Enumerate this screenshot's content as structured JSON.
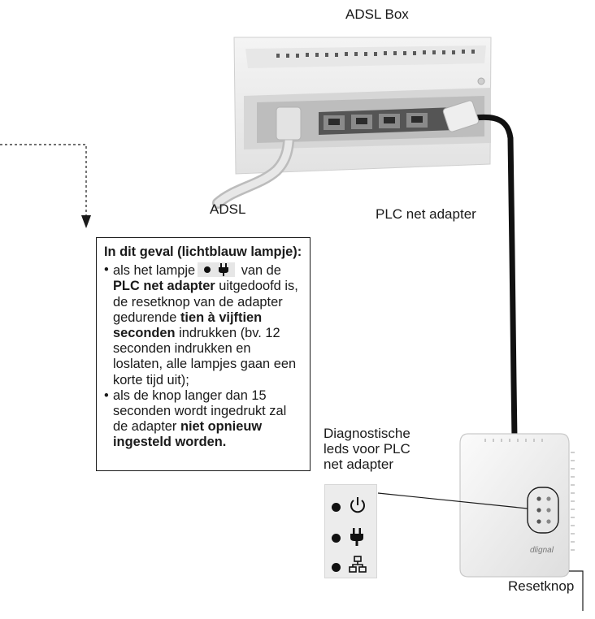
{
  "labels": {
    "adsl_box": "ADSL Box",
    "adsl": "ADSL",
    "plc_net_adapter": "PLC net adapter",
    "diagnostic_line1": "Diagnostische",
    "diagnostic_line2": "leds voor PLC",
    "diagnostic_line3": "net adapter",
    "reset_button": "Resetknop",
    "brand_logo": "dlignal"
  },
  "infobox": {
    "title": "In dit geval (lichtblauw lampje):",
    "bullet1": {
      "t1": "als het lampje",
      "t2": " van de ",
      "t3": "PLC net adapter",
      "t4": " uitgedoofd is, de resetknop van de adapter gedurende ",
      "t5": "tien à vijftien seconden",
      "t6": " indrukken (bv. 12 seconden indrukken en loslaten, alle lampjes gaan een korte tijd uit);"
    },
    "bullet2": {
      "t1": "als de knop langer dan 15 seconden wordt ingedrukt zal de adapter ",
      "t2": "niet opnieuw ingesteld worden."
    }
  },
  "icons": [
    "power-icon",
    "plug-icon",
    "network-icon"
  ],
  "colors": {
    "cable_dark": "#111111",
    "cable_light": "#d9d9d9",
    "device_body": "#f2f2f2",
    "led_panel_bg": "#ececec"
  }
}
